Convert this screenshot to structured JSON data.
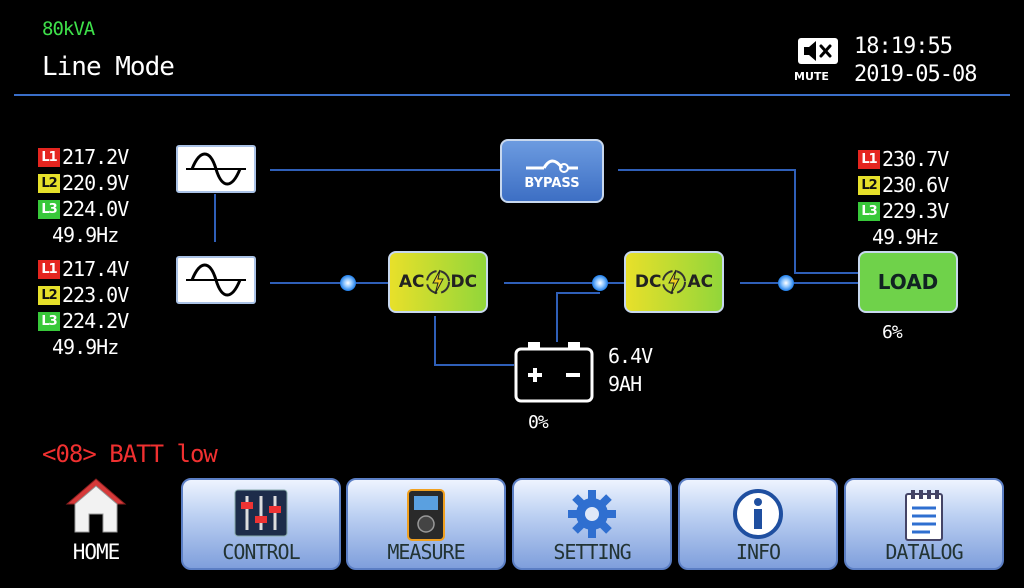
{
  "header": {
    "rating": "80kVA",
    "mode": "Line Mode",
    "mute_label": "MUTE",
    "time": "18:19:55",
    "date": "2019-05-08"
  },
  "input_mains": {
    "L1": "217.2V",
    "L2": "220.9V",
    "L3": "224.0V",
    "freq": "49.9Hz"
  },
  "input_rectifier": {
    "L1": "217.4V",
    "L2": "223.0V",
    "L3": "224.2V",
    "freq": "49.9Hz"
  },
  "output": {
    "L1": "230.7V",
    "L2": "230.6V",
    "L3": "229.3V",
    "freq": "49.9Hz",
    "load_percent": "6%"
  },
  "battery": {
    "voltage": "6.4V",
    "capacity": "9AH",
    "percent": "0%"
  },
  "phase_tags": {
    "L1": "L1",
    "L2": "L2",
    "L3": "L3"
  },
  "modules": {
    "bypass": "BYPASS",
    "rectifier_left": "AC",
    "rectifier_right": "DC",
    "inverter_left": "DC",
    "inverter_right": "AC",
    "load": "LOAD"
  },
  "alarm": "<08> BATT low",
  "nav": {
    "home": "HOME",
    "control": "CONTROL",
    "measure": "MEASURE",
    "setting": "SETTING",
    "info": "INFO",
    "datalog": "DATALOG"
  },
  "colors": {
    "accent_line": "#2f5fb8",
    "rating_green": "#3ee04a",
    "alarm_red": "#f03030",
    "load_green": "#6fd24a"
  }
}
